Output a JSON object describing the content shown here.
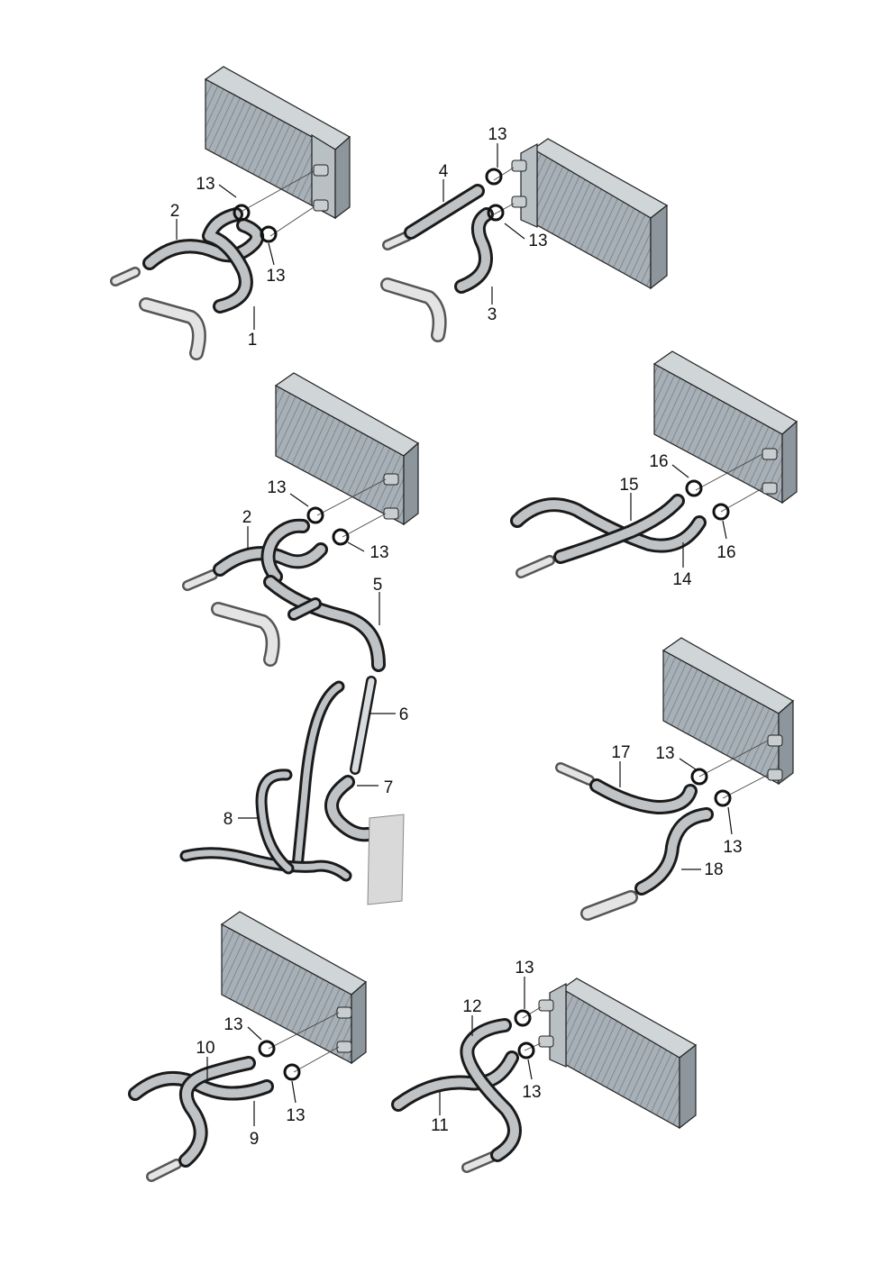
{
  "colors": {
    "hose_dark": "#1a1a1a",
    "hose_light": "#bfc3c6",
    "core_fill": "#9aa3a9",
    "core_light": "#cdd3d7",
    "pipe_gray": "#d7d7d7"
  },
  "diagram": {
    "callouts": [
      {
        "text": "1"
      },
      {
        "text": "2"
      },
      {
        "text": "3"
      },
      {
        "text": "4"
      },
      {
        "text": "5"
      },
      {
        "text": "6"
      },
      {
        "text": "7"
      },
      {
        "text": "8"
      },
      {
        "text": "9"
      },
      {
        "text": "10"
      },
      {
        "text": "11"
      },
      {
        "text": "12"
      },
      {
        "text": "13"
      },
      {
        "text": "14"
      },
      {
        "text": "15"
      },
      {
        "text": "16"
      },
      {
        "text": "17"
      },
      {
        "text": "18"
      }
    ]
  }
}
